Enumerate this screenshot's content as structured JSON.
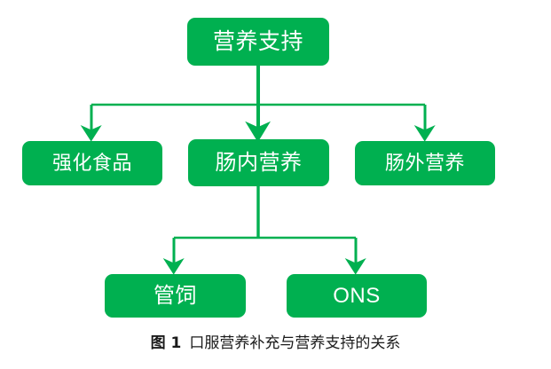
{
  "figure": {
    "caption_number": "图 1",
    "caption_text": "口服营养补充与营养支持的关系",
    "colors": {
      "node_fill": "#00B050",
      "connector": "#00B050",
      "node_text": "#FFFFFF",
      "caption_text": "#1A1A1A",
      "background": "#FFFFFF"
    }
  },
  "diagram": {
    "type": "tree-flowchart",
    "orientation": "top-down",
    "nodes": [
      {
        "id": "root",
        "label": "营养支持",
        "level": 0
      },
      {
        "id": "fortified",
        "label": "强化食品",
        "level": 1
      },
      {
        "id": "enteral",
        "label": "肠内营养",
        "level": 1
      },
      {
        "id": "parenteral",
        "label": "肠外营养",
        "level": 1
      },
      {
        "id": "tubefeed",
        "label": "管饲",
        "level": 2
      },
      {
        "id": "ons",
        "label": "ONS",
        "level": 2
      }
    ],
    "edges": [
      {
        "from": "root",
        "to": "fortified",
        "arrow": "down"
      },
      {
        "from": "root",
        "to": "enteral",
        "arrow": "down"
      },
      {
        "from": "root",
        "to": "parenteral",
        "arrow": "down"
      },
      {
        "from": "enteral",
        "to": "tubefeed",
        "arrow": "down"
      },
      {
        "from": "enteral",
        "to": "ons",
        "arrow": "down"
      }
    ]
  }
}
